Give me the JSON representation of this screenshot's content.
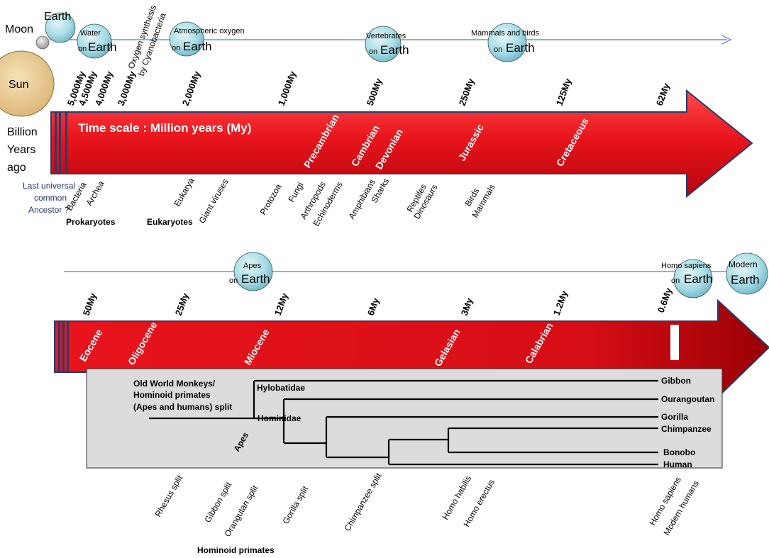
{
  "origin": {
    "sun": "Sun",
    "moon": "Moon",
    "earth": "Earth",
    "ago_line1": "Billion",
    "ago_line2": "Years",
    "ago_line3": "ago"
  },
  "top_events": [
    {
      "line1": "Water",
      "line2": "on",
      "line3": "Earth"
    },
    {
      "line1": "Atmospheric oxygen",
      "line2": "on",
      "line3": "Earth"
    },
    {
      "line1": "Vertebrates",
      "line2": "on",
      "line3": "Earth"
    },
    {
      "line1": "Mammals and birds",
      "line2": "on",
      "line3": "Earth"
    }
  ],
  "oxygen_synthesis": {
    "line1": "Oxygen synthesis",
    "line2": "by Cyanobacteria"
  },
  "top_ticks": [
    "5,000My",
    "4,500My",
    "4,000My",
    "3,000My",
    "2,000My",
    "1,000My",
    "500My",
    "250My",
    "125My",
    "62My"
  ],
  "top_arrow": {
    "title": "Time scale : Million years (My)",
    "periods": [
      "Precambrian",
      "Cambrian",
      "Devonian",
      "Jurassic",
      "Cretaceous"
    ]
  },
  "luca": {
    "line1": "Last universal",
    "line2": "common",
    "line3": "Ancestor ?"
  },
  "top_life": [
    "Bacteria",
    "Archea",
    "Eukarya",
    "Giant viruses",
    "Protozoa",
    "Fungi",
    "Arthropods",
    "Echinoderms",
    "Amphibians",
    "Sharks",
    "Reptiles",
    "Dinosaurs",
    "Birds",
    "Mammals"
  ],
  "groups": {
    "prokaryotes": "Prokaryotes",
    "eukaryotes": "Eukaryotes"
  },
  "bottom_events": {
    "apes": {
      "line1": "Apes",
      "line2": "on",
      "line3": "Earth"
    },
    "homo": {
      "line1": "Homo sapiens",
      "line2": "on",
      "line3": "Earth"
    },
    "modern": {
      "line1": "Modern",
      "line2": "Earth"
    }
  },
  "bottom_ticks": [
    "50My",
    "25My",
    "12My",
    "6My",
    "3My",
    "1.2My",
    "0.6My"
  ],
  "bottom_arrow": {
    "periods": [
      "Eocene",
      "Oligocene",
      "Miocene",
      "Gelasian",
      "Calabrian"
    ]
  },
  "tree": {
    "split_note": {
      "line1": "Old World Monkeys/",
      "line2": "Hominoid primates",
      "line3": "(Apes and humans) split"
    },
    "clades": {
      "hylobatidae": "Hylobatidae",
      "hominidae": "Hominidae",
      "apes": "Apes"
    },
    "species": [
      "Gibbon",
      "Ourangoutan",
      "Gorilla",
      "Chimpanzee",
      "Bonobo",
      "Human"
    ]
  },
  "bottom_splits": [
    "Rhesus split",
    "Gibbon split",
    "Orangutan split",
    "Gorilla split",
    "Chimpanzee split",
    "Homo habilis",
    "Homo erectus",
    "Homo sapiens",
    "Modern humans"
  ],
  "footer": "Hominoid primates",
  "colors": {
    "arrow_red": "#e8141c",
    "arrow_dark": "#9a0006",
    "sphere": "#a9dce6",
    "sun": "#e9cc95",
    "tree_bg": "#dcdcdc",
    "timeline": "#4f81bd"
  }
}
